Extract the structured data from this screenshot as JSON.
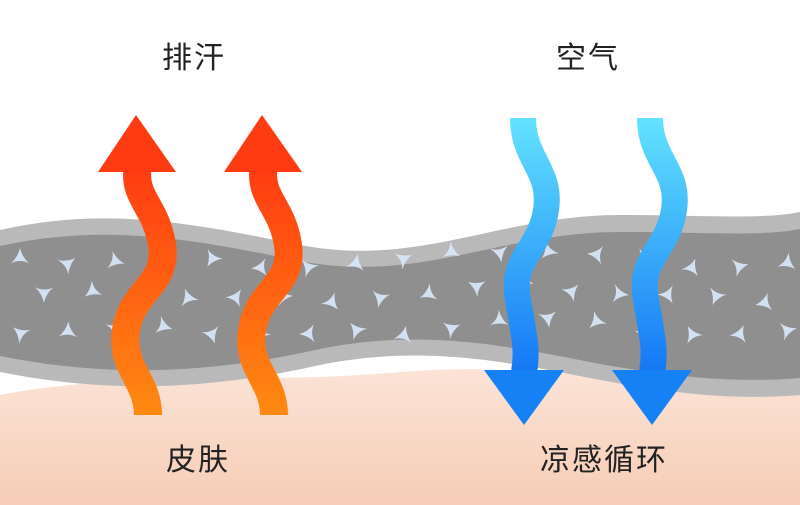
{
  "labels": {
    "sweat": "排汗",
    "air": "空气",
    "skin": "皮肤",
    "cool_circulation": "凉感循环"
  },
  "colors": {
    "skin_layer": "#f7d2bd",
    "fabric_outer": "#b9b9b9",
    "fabric_inner": "#8f8f8f",
    "fiber_mark": "#d6e6f7",
    "sweat_arrow_top": "#ff3b12",
    "sweat_arrow_bottom": "#ff8a12",
    "air_arrow_top": "#63e3ff",
    "air_arrow_bottom": "#1478f5"
  },
  "icons": {
    "sweat_arrows": "wavy-up-arrow-icon",
    "air_arrows": "wavy-down-arrow-icon",
    "fiber_marks": "fiber-triangle-icon"
  }
}
